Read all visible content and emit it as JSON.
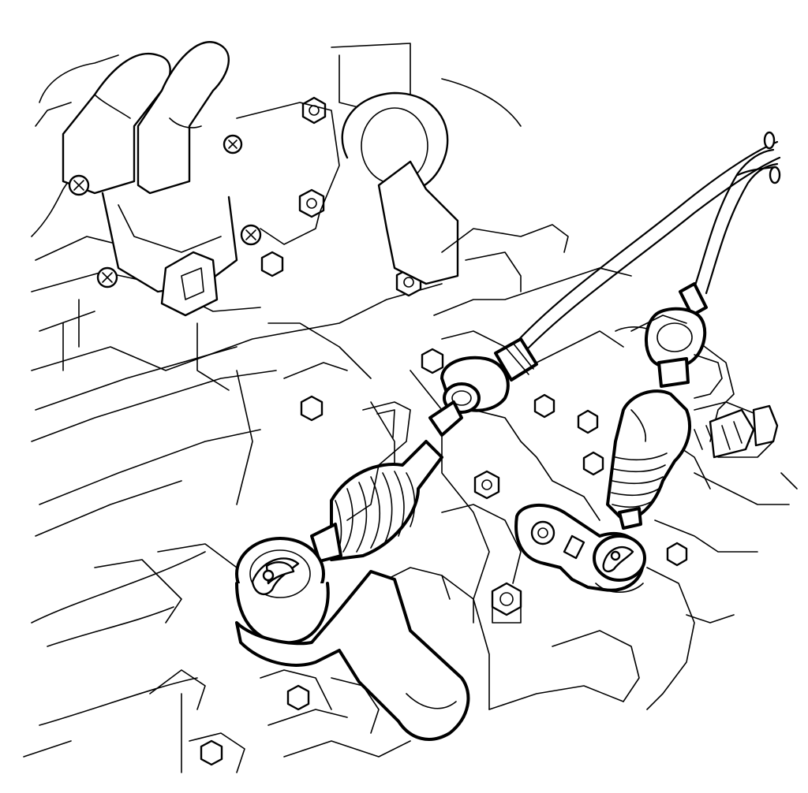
{
  "figure": {
    "kind": "technical line illustration",
    "colors": {
      "ink": "#000000",
      "paper": "#ffffff"
    },
    "parts": [
      "ignition-coil",
      "engine-hanger",
      "flange-bolt",
      "transmission-case",
      "shift-control-cable",
      "select-control-cable",
      "cable-bracket",
      "cable-end",
      "dust-boot",
      "clip",
      "shift-lever",
      "select-lever",
      "connector"
    ]
  }
}
